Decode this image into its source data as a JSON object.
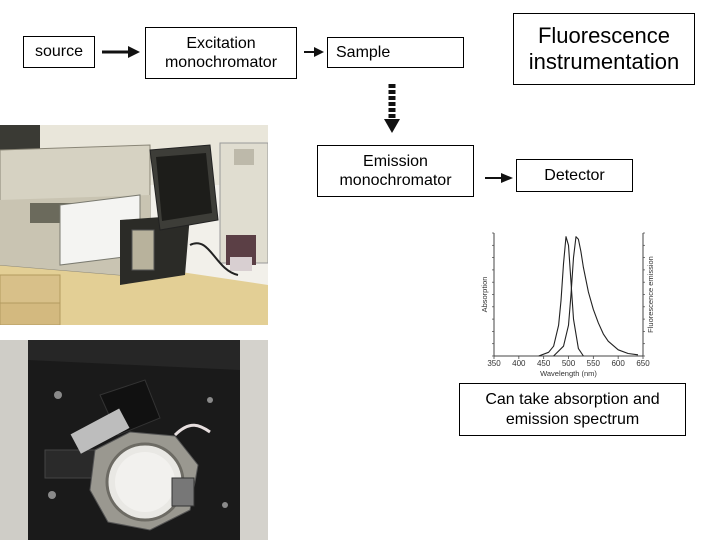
{
  "title": {
    "line1": "Fluorescence",
    "line2": "instrumentation"
  },
  "flow": {
    "source": "source",
    "excitation_line1": "Excitation",
    "excitation_line2": "monochromator",
    "sample": "Sample",
    "emission_line1": "Emission",
    "emission_line2": "monochromator",
    "detector": "Detector"
  },
  "caption": {
    "line1": "Can take absorption and",
    "line2": "emission spectrum"
  },
  "chart_data": {
    "type": "line",
    "xlabel": "Wavelength (nm)",
    "ylabel_left": "Absorption",
    "ylabel_right": "Fluorescence emission",
    "xlim": [
      350,
      650
    ],
    "ylim": [
      0,
      1
    ],
    "x_ticks": [
      350,
      400,
      450,
      500,
      550,
      600,
      650
    ],
    "grid": false,
    "series": [
      {
        "x": [
          440,
          460,
          470,
          480,
          485,
          490,
          495,
          500,
          505,
          510,
          520,
          530
        ],
        "y": [
          0.0,
          0.03,
          0.08,
          0.25,
          0.45,
          0.75,
          0.97,
          0.9,
          0.6,
          0.3,
          0.06,
          0.0
        ]
      },
      {
        "x": [
          470,
          490,
          500,
          505,
          510,
          515,
          520,
          525,
          530,
          540,
          550,
          560,
          570,
          580,
          600,
          620,
          640
        ],
        "y": [
          0.0,
          0.08,
          0.25,
          0.5,
          0.8,
          0.97,
          0.95,
          0.85,
          0.72,
          0.52,
          0.38,
          0.27,
          0.18,
          0.12,
          0.05,
          0.02,
          0.01
        ]
      }
    ]
  },
  "colors": {
    "arrow": "#111111",
    "photo_bench": "#e8d8a8",
    "photo_instrument": "#d8d4c4",
    "photo_dark": "#1a1a1a"
  }
}
